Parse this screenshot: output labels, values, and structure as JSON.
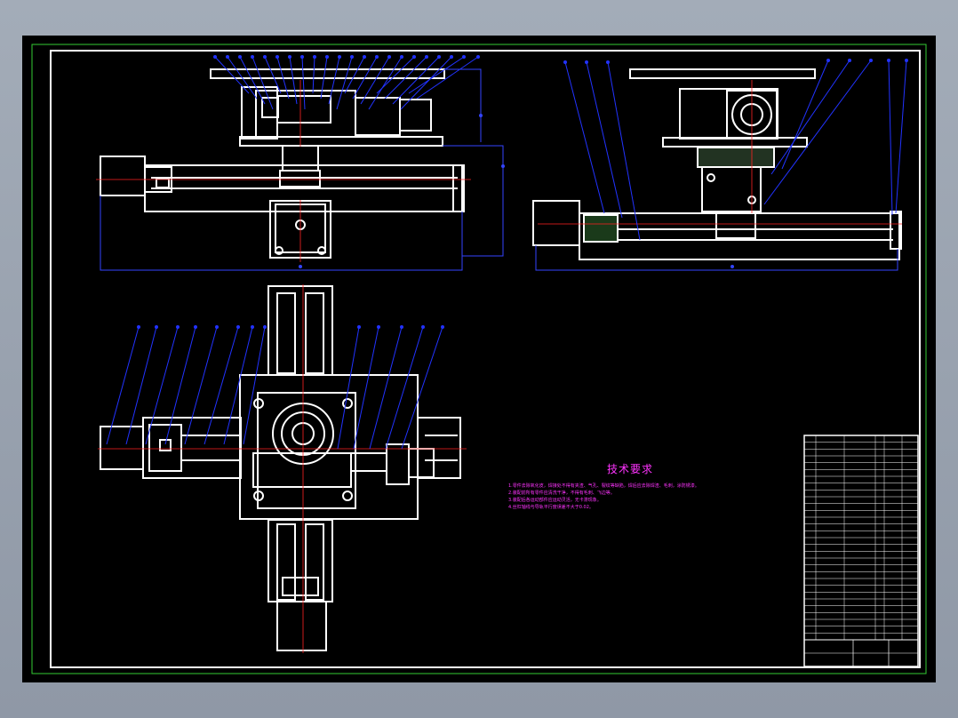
{
  "drawing": {
    "background": "#000000",
    "line_color": "#ffffff",
    "leader_color": "#2233ff",
    "dim_color": "#3344ff",
    "text_color": "#ff33ff",
    "center_color": "#ff2222",
    "frame_color": "#33cc33"
  },
  "tech_requirements": {
    "title": "技术要求",
    "lines": [
      "1.零件去除氧化皮，焊接处不得有夹渣、气孔、裂纹等缺陷，焊后应去除焊渣、毛刺，涂防锈漆。",
      "2.装配前所有零件应清洗干净，不得有毛刺、飞边等。",
      "3.装配后各运动部件应运动灵活，无卡滞现象。",
      "4.丝杠轴线与导轨平行度误差不大于0.02。"
    ]
  },
  "title_block": {
    "rows": 30
  }
}
